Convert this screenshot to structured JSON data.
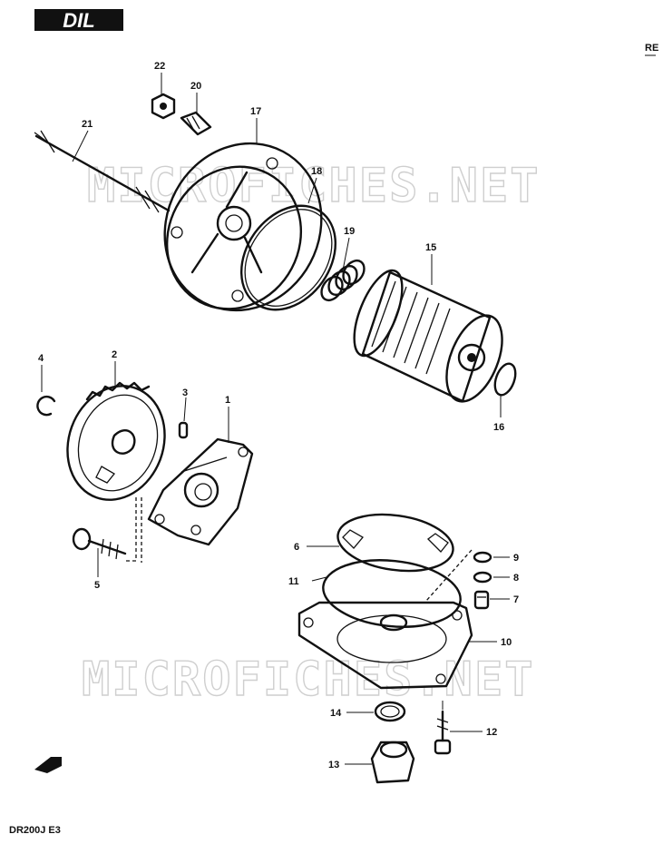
{
  "header": {
    "logo_text": "DIL",
    "corner_text": "RE"
  },
  "footer": {
    "model_code": "DR200J E3"
  },
  "watermark": "MICROFICHES.NET",
  "parts": [
    {
      "id": "1"
    },
    {
      "id": "2"
    },
    {
      "id": "3"
    },
    {
      "id": "4"
    },
    {
      "id": "5"
    },
    {
      "id": "6"
    },
    {
      "id": "7"
    },
    {
      "id": "8"
    },
    {
      "id": "9"
    },
    {
      "id": "10"
    },
    {
      "id": "11"
    },
    {
      "id": "12"
    },
    {
      "id": "13"
    },
    {
      "id": "14"
    },
    {
      "id": "15"
    },
    {
      "id": "16"
    },
    {
      "id": "17"
    },
    {
      "id": "18"
    },
    {
      "id": "19"
    },
    {
      "id": "20"
    },
    {
      "id": "21"
    },
    {
      "id": "22"
    }
  ],
  "icons": {
    "front_arrow": "arrow-left-icon"
  }
}
